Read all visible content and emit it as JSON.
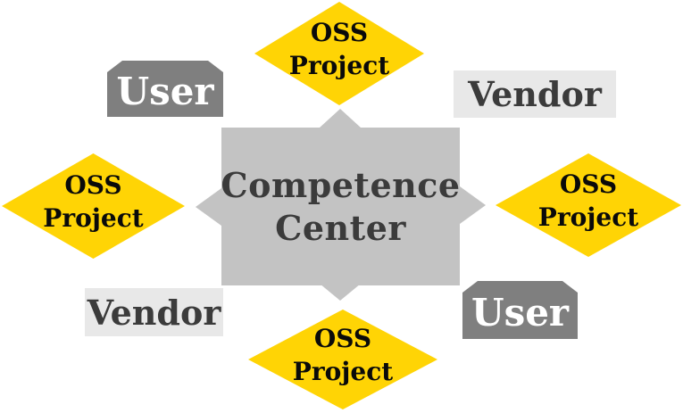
{
  "center_box": {
    "line1": "Competence",
    "line2": "Center"
  },
  "oss_diamonds": {
    "top": {
      "line1": "OSS",
      "line2": "Project"
    },
    "left": {
      "line1": "OSS",
      "line2": "Project"
    },
    "right": {
      "line1": "OSS",
      "line2": "Project"
    },
    "bottom": {
      "line1": "OSS",
      "line2": "Project"
    }
  },
  "stakeholder_labels": {
    "user_top_left": "User",
    "vendor_top_right": "Vendor",
    "vendor_bottom_left": "Vendor",
    "user_bottom_right": "User"
  },
  "colors": {
    "diamond_fill": "#FFD405",
    "center_box_fill": "#C3C3C3",
    "arrow_fill": "#C3C3C3",
    "user_box_fill": "#7F7F7F",
    "vendor_box_fill": "#E8E8E8",
    "heading_text": "#3B3B3B",
    "diamond_text": "#0A0A0A",
    "user_text": "#FFFFFF"
  }
}
